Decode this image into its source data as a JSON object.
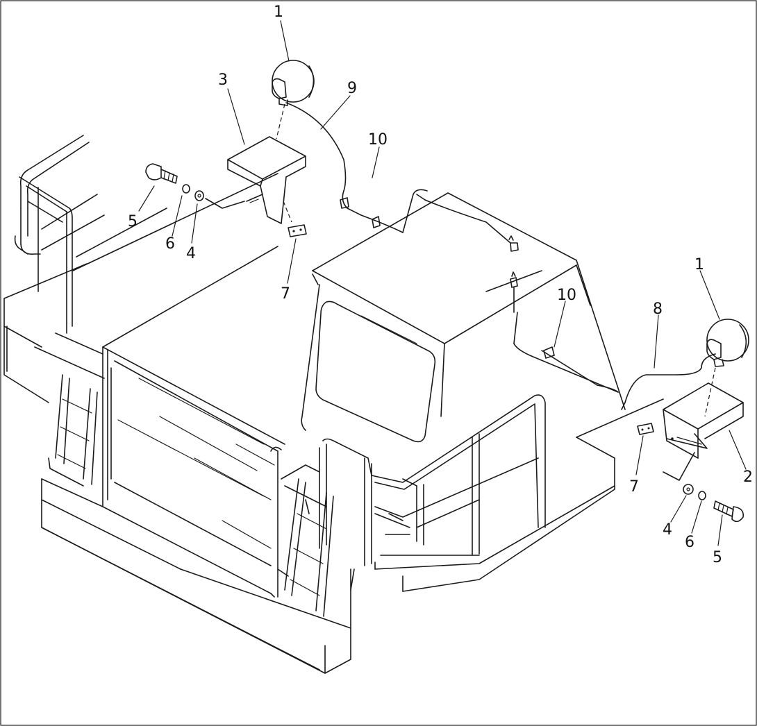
{
  "diagram": {
    "callouts": [
      {
        "id": "c1a",
        "label": "1"
      },
      {
        "id": "c3",
        "label": "3"
      },
      {
        "id": "c9",
        "label": "9"
      },
      {
        "id": "c10a",
        "label": "10"
      },
      {
        "id": "c5a",
        "label": "5"
      },
      {
        "id": "c6a",
        "label": "6"
      },
      {
        "id": "c4a",
        "label": "4"
      },
      {
        "id": "c7a",
        "label": "7"
      },
      {
        "id": "c1b",
        "label": "1"
      },
      {
        "id": "c10b",
        "label": "10"
      },
      {
        "id": "c8",
        "label": "8"
      },
      {
        "id": "c7b",
        "label": "7"
      },
      {
        "id": "c2",
        "label": "2"
      },
      {
        "id": "c4b",
        "label": "4"
      },
      {
        "id": "c6b",
        "label": "6"
      },
      {
        "id": "c5b",
        "label": "5"
      }
    ]
  }
}
